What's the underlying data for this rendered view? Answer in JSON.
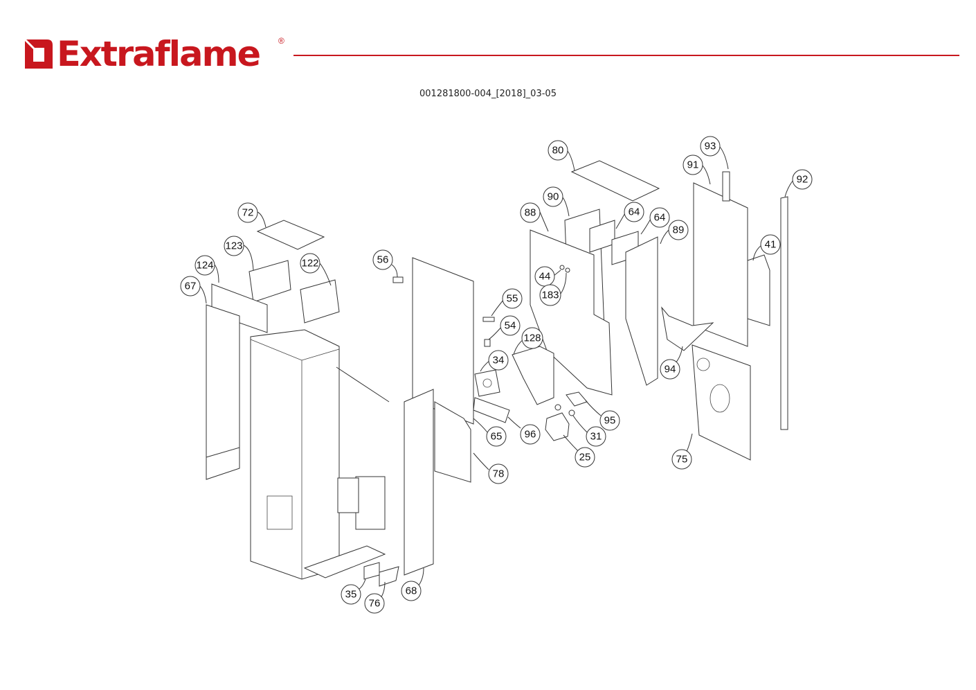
{
  "header": {
    "brand_name": "Extraflame",
    "registered_mark": "®",
    "brand_color": "#c8171e",
    "document_code": "001281800-004_[2018]_03-05"
  },
  "diagram": {
    "type": "exploded-parts-view",
    "callouts": [
      {
        "id": "72"
      },
      {
        "id": "123"
      },
      {
        "id": "124"
      },
      {
        "id": "122"
      },
      {
        "id": "67"
      },
      {
        "id": "56"
      },
      {
        "id": "80"
      },
      {
        "id": "90"
      },
      {
        "id": "88"
      },
      {
        "id": "64a",
        "label": "64"
      },
      {
        "id": "64b",
        "label": "64"
      },
      {
        "id": "89"
      },
      {
        "id": "91"
      },
      {
        "id": "93"
      },
      {
        "id": "92"
      },
      {
        "id": "41"
      },
      {
        "id": "44"
      },
      {
        "id": "183"
      },
      {
        "id": "55"
      },
      {
        "id": "54"
      },
      {
        "id": "128"
      },
      {
        "id": "34"
      },
      {
        "id": "94"
      },
      {
        "id": "65"
      },
      {
        "id": "96"
      },
      {
        "id": "95"
      },
      {
        "id": "31"
      },
      {
        "id": "25"
      },
      {
        "id": "78"
      },
      {
        "id": "75"
      },
      {
        "id": "35"
      },
      {
        "id": "76"
      },
      {
        "id": "68"
      }
    ]
  }
}
